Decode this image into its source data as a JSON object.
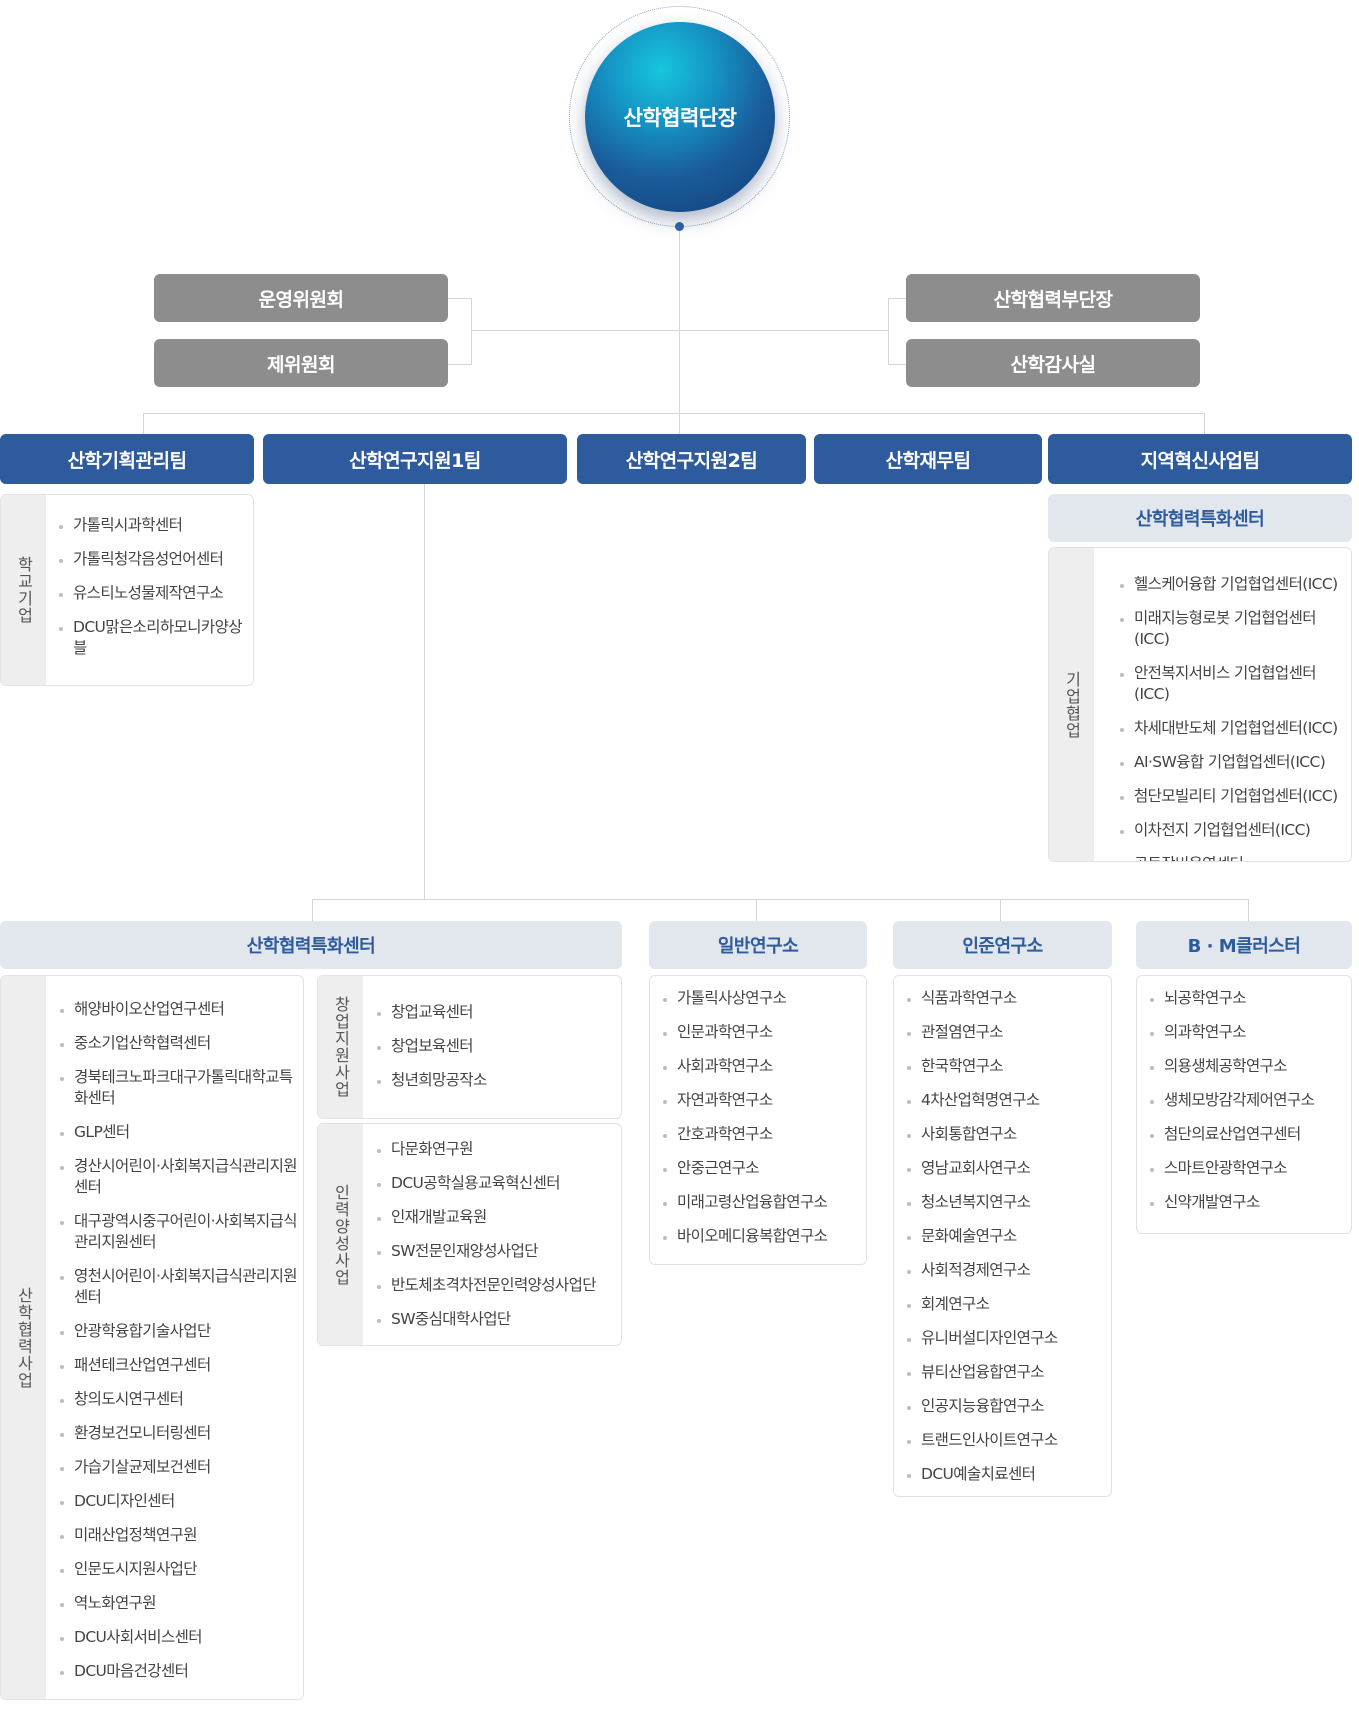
{
  "root": {
    "label": "산학협력단장"
  },
  "side_left": [
    "운영위원회",
    "제위원회"
  ],
  "side_right": [
    "산학협력부단장",
    "산학감사실"
  ],
  "teams": [
    "산학기획관리팀",
    "산학연구지원1팀",
    "산학연구지원2팀",
    "산학재무팀",
    "지역혁신사업팀"
  ],
  "school_enterprise": {
    "label": "학교기업",
    "items": [
      "가톨릭시과학센터",
      "가톨릭청각음성언어센터",
      "유스티노성물제작연구소",
      "DCU맑은소리하모니카양상블"
    ]
  },
  "regional": {
    "title": "산학협력특화센터",
    "label": "기업협업",
    "items": [
      "헬스케어융합 기업협업센터(ICC)",
      "미래지능형로봇 기업협업센터(ICC)",
      "안전복지서비스 기업협업센터(ICC)",
      "차세대반도체 기업협업센터(ICC)",
      "AI·SW융합 기업협업센터(ICC)",
      "첨단모빌리티 기업협업센터(ICC)",
      "이차전지 기업협업센터(ICC)",
      "공동장비운영센터"
    ]
  },
  "research_center": {
    "title": "산학협력특화센터",
    "main_label": "산학협력사업",
    "main_items": [
      "해양바이오산업연구센터",
      "중소기업산학협력센터",
      "경북테크노파크대구가톨릭대학교특화센터",
      "GLP센터",
      "경산시어린이·사회복지급식관리지원센터",
      "대구광역시중구어린이·사회복지급식관리지원센터",
      "영천시어린이·사회복지급식관리지원센터",
      "안광학융합기술사업단",
      "패션테크산업연구센터",
      "창의도시연구센터",
      "환경보건모니터링센터",
      "가습기살균제보건센터",
      "DCU디자인센터",
      "미래산업정책연구원",
      "인문도시지원사업단",
      "역노화연구원",
      "DCU사회서비스센터",
      "DCU마음건강센터"
    ],
    "startup_label": "창업지원사업",
    "startup_items": [
      "창업교육센터",
      "창업보육센터",
      "청년희망공작소"
    ],
    "talent_label": "인력양성사업",
    "talent_items": [
      "다문화연구원",
      "DCU공학실용교육혁신센터",
      "인재개발교육원",
      "SW전문인재양성사업단",
      "반도체초격차전문인력양성사업단",
      "SW중심대학사업단"
    ]
  },
  "general_institutes": {
    "title": "일반연구소",
    "items": [
      "가톨릭사상연구소",
      "인문과학연구소",
      "사회과학연구소",
      "자연과학연구소",
      "간호과학연구소",
      "안중근연구소",
      "미래고령산업융합연구소",
      "바이오메디융복합연구소"
    ]
  },
  "associate_institutes": {
    "title": "인준연구소",
    "items": [
      "식품과학연구소",
      "관절염연구소",
      "한국학연구소",
      "4차산업혁명연구소",
      "사회통합연구소",
      "영남교회사연구소",
      "청소년복지연구소",
      "문화예술연구소",
      "사회적경제연구소",
      "회계연구소",
      "유니버설디자인연구소",
      "뷰티산업융합연구소",
      "인공지능융합연구소",
      "트랜드인사이트연구소",
      "DCU예술치료센터"
    ]
  },
  "bm_cluster": {
    "title": "B · M클러스터",
    "items": [
      "뇌공학연구소",
      "의과학연구소",
      "의용생체공학연구소",
      "생체모방감각제어연구소",
      "첨단의료산업연구센터",
      "스마트안광학연구소",
      "신약개발연구소"
    ]
  }
}
